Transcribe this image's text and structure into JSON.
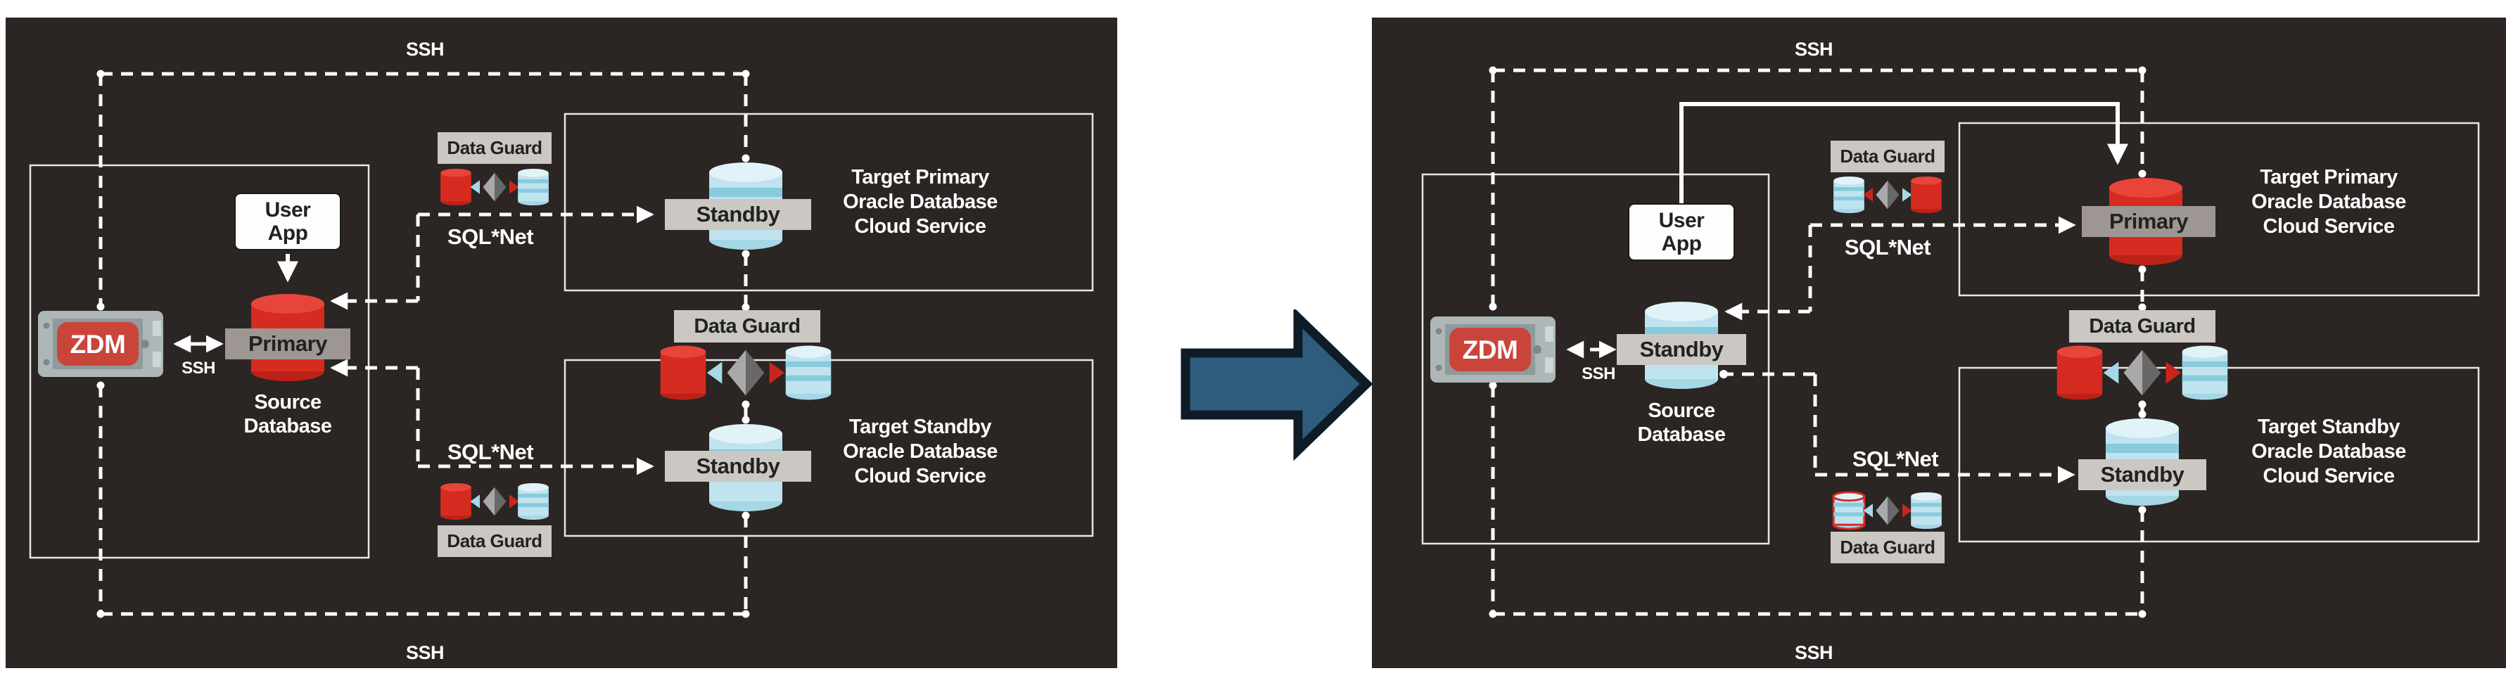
{
  "colors": {
    "page-bg": "#ffffff",
    "panel-bg": "#2b2523",
    "line": "#ffffff",
    "outline": "#e8e6e3",
    "red": "#d62b20",
    "red-top": "#e8453a",
    "red-bottom": "#bc2118",
    "blue-body": "#bfe3ef",
    "blue-top": "#e1f3f9",
    "blue-bottom": "#a5d7e5",
    "blue-stripe": "#87cbdc",
    "label-gray": "#9e9692",
    "label-light": "#cbc8c4",
    "label-text": "#222222",
    "white-box": "#fdfdfc",
    "zdm-outer": "#aeb7b7",
    "zdm-inner": "#8f9a9a",
    "zdm-red": "#c9453a",
    "zdm-detail": "#7d8888",
    "zdm-slot": "#cfd6d6",
    "diamond-light": "#a9a9a9",
    "diamond-dark": "#686868",
    "tri-red": "#c9251c",
    "tri-blue": "#a5d9e8",
    "arrow-fill": "#2e5c7c",
    "arrow-stroke": "#0f1b27"
  },
  "panels": {
    "left": {
      "ssh_top": "SSH",
      "ssh_link": "SSH",
      "ssh_bottom": "SSH",
      "user_app": [
        "User",
        "App"
      ],
      "zdm": "ZDM",
      "source_role": "Primary",
      "source_caption": [
        "Source",
        "Database"
      ],
      "sqlnet_upper": "SQL*Net",
      "sqlnet_lower": "SQL*Net",
      "dataguard_upper": "Data Guard",
      "dataguard_center": "Data Guard",
      "dataguard_lower": "Data Guard",
      "target_primary_role": "Standby",
      "target_primary_caption": [
        "Target Primary",
        "Oracle Database",
        "Cloud Service"
      ],
      "target_standby_role": "Standby",
      "target_standby_caption": [
        "Target Standby",
        "Oracle Database",
        "Cloud Service"
      ]
    },
    "right": {
      "ssh_top": "SSH",
      "ssh_link": "SSH",
      "ssh_bottom": "SSH",
      "user_app": [
        "User",
        "App"
      ],
      "zdm": "ZDM",
      "source_role": "Standby",
      "source_caption": [
        "Source",
        "Database"
      ],
      "sqlnet_upper": "SQL*Net",
      "sqlnet_lower": "SQL*Net",
      "dataguard_upper": "Data Guard",
      "dataguard_center": "Data Guard",
      "dataguard_lower": "Data Guard",
      "target_primary_role": "Primary",
      "target_primary_caption": [
        "Target Primary",
        "Oracle Database",
        "Cloud Service"
      ],
      "target_standby_role": "Standby",
      "target_standby_caption": [
        "Target Standby",
        "Oracle Database",
        "Cloud Service"
      ]
    }
  }
}
